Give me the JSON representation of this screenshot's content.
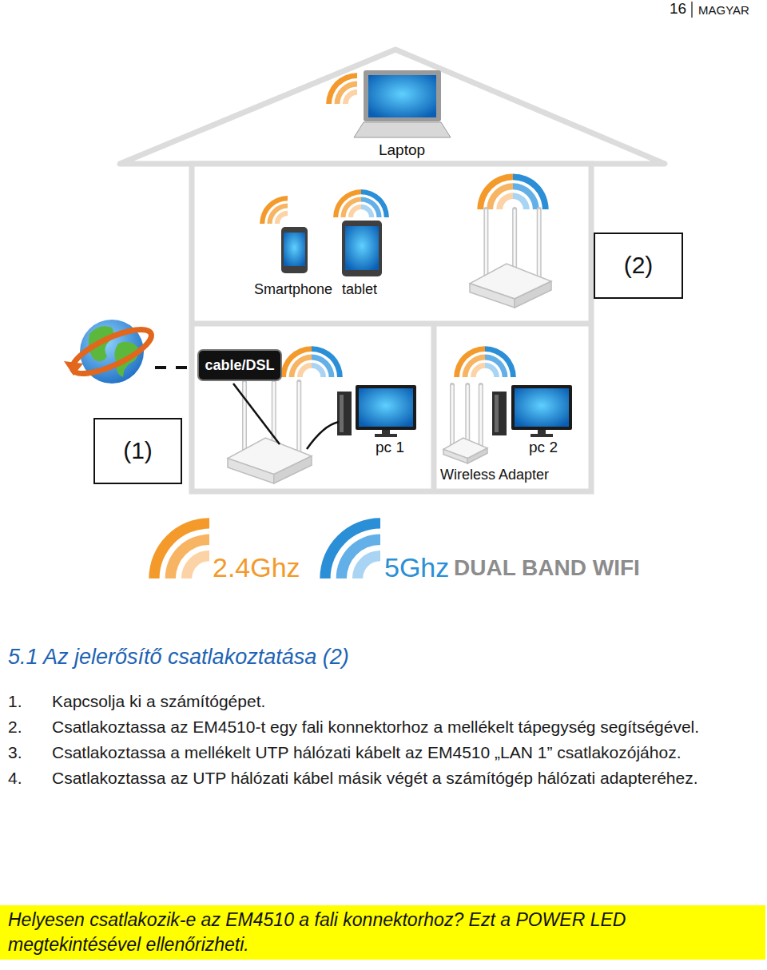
{
  "diagram": {
    "title": "5.1 Az jelerősítő csatlakoztatása (2)",
    "nodes": [
      {
        "text": [
          "(2)"
        ]
      },
      {
        "text": [
          "cable/DSL"
        ]
      },
      {
        "text": [
          "(1)"
        ]
      },
      {
        "text": [
          "Helyesen csatlakozik-e az EM4510 a fali konnektorhoz? Ezt a POWER LED megtekintésével ellenőrizheti."
        ]
      }
    ],
    "labels": [
      "16",
      "MAGYAR",
      "Laptop",
      "Smartphone",
      "tablet",
      "pc 1",
      "pc 2",
      "Wireless Adapter",
      "2.4Ghz",
      "5Ghz",
      "DUAL BAND WIFI",
      "1.",
      "Kapcsolja ki a számítógépet.",
      "2.",
      "Csatlakoztassa az EM4510-t egy fali konnektorhoz a mellékelt tápegység segítségével.",
      "3.",
      "Csatlakoztassa a mellékelt UTP hálózati kábelt az EM4510 „LAN 1” csatlakozójához.",
      "4.",
      "Csatlakoztassa az UTP hálózati kábel másik végét a számítógép hálózati adapteréhez."
    ]
  }
}
